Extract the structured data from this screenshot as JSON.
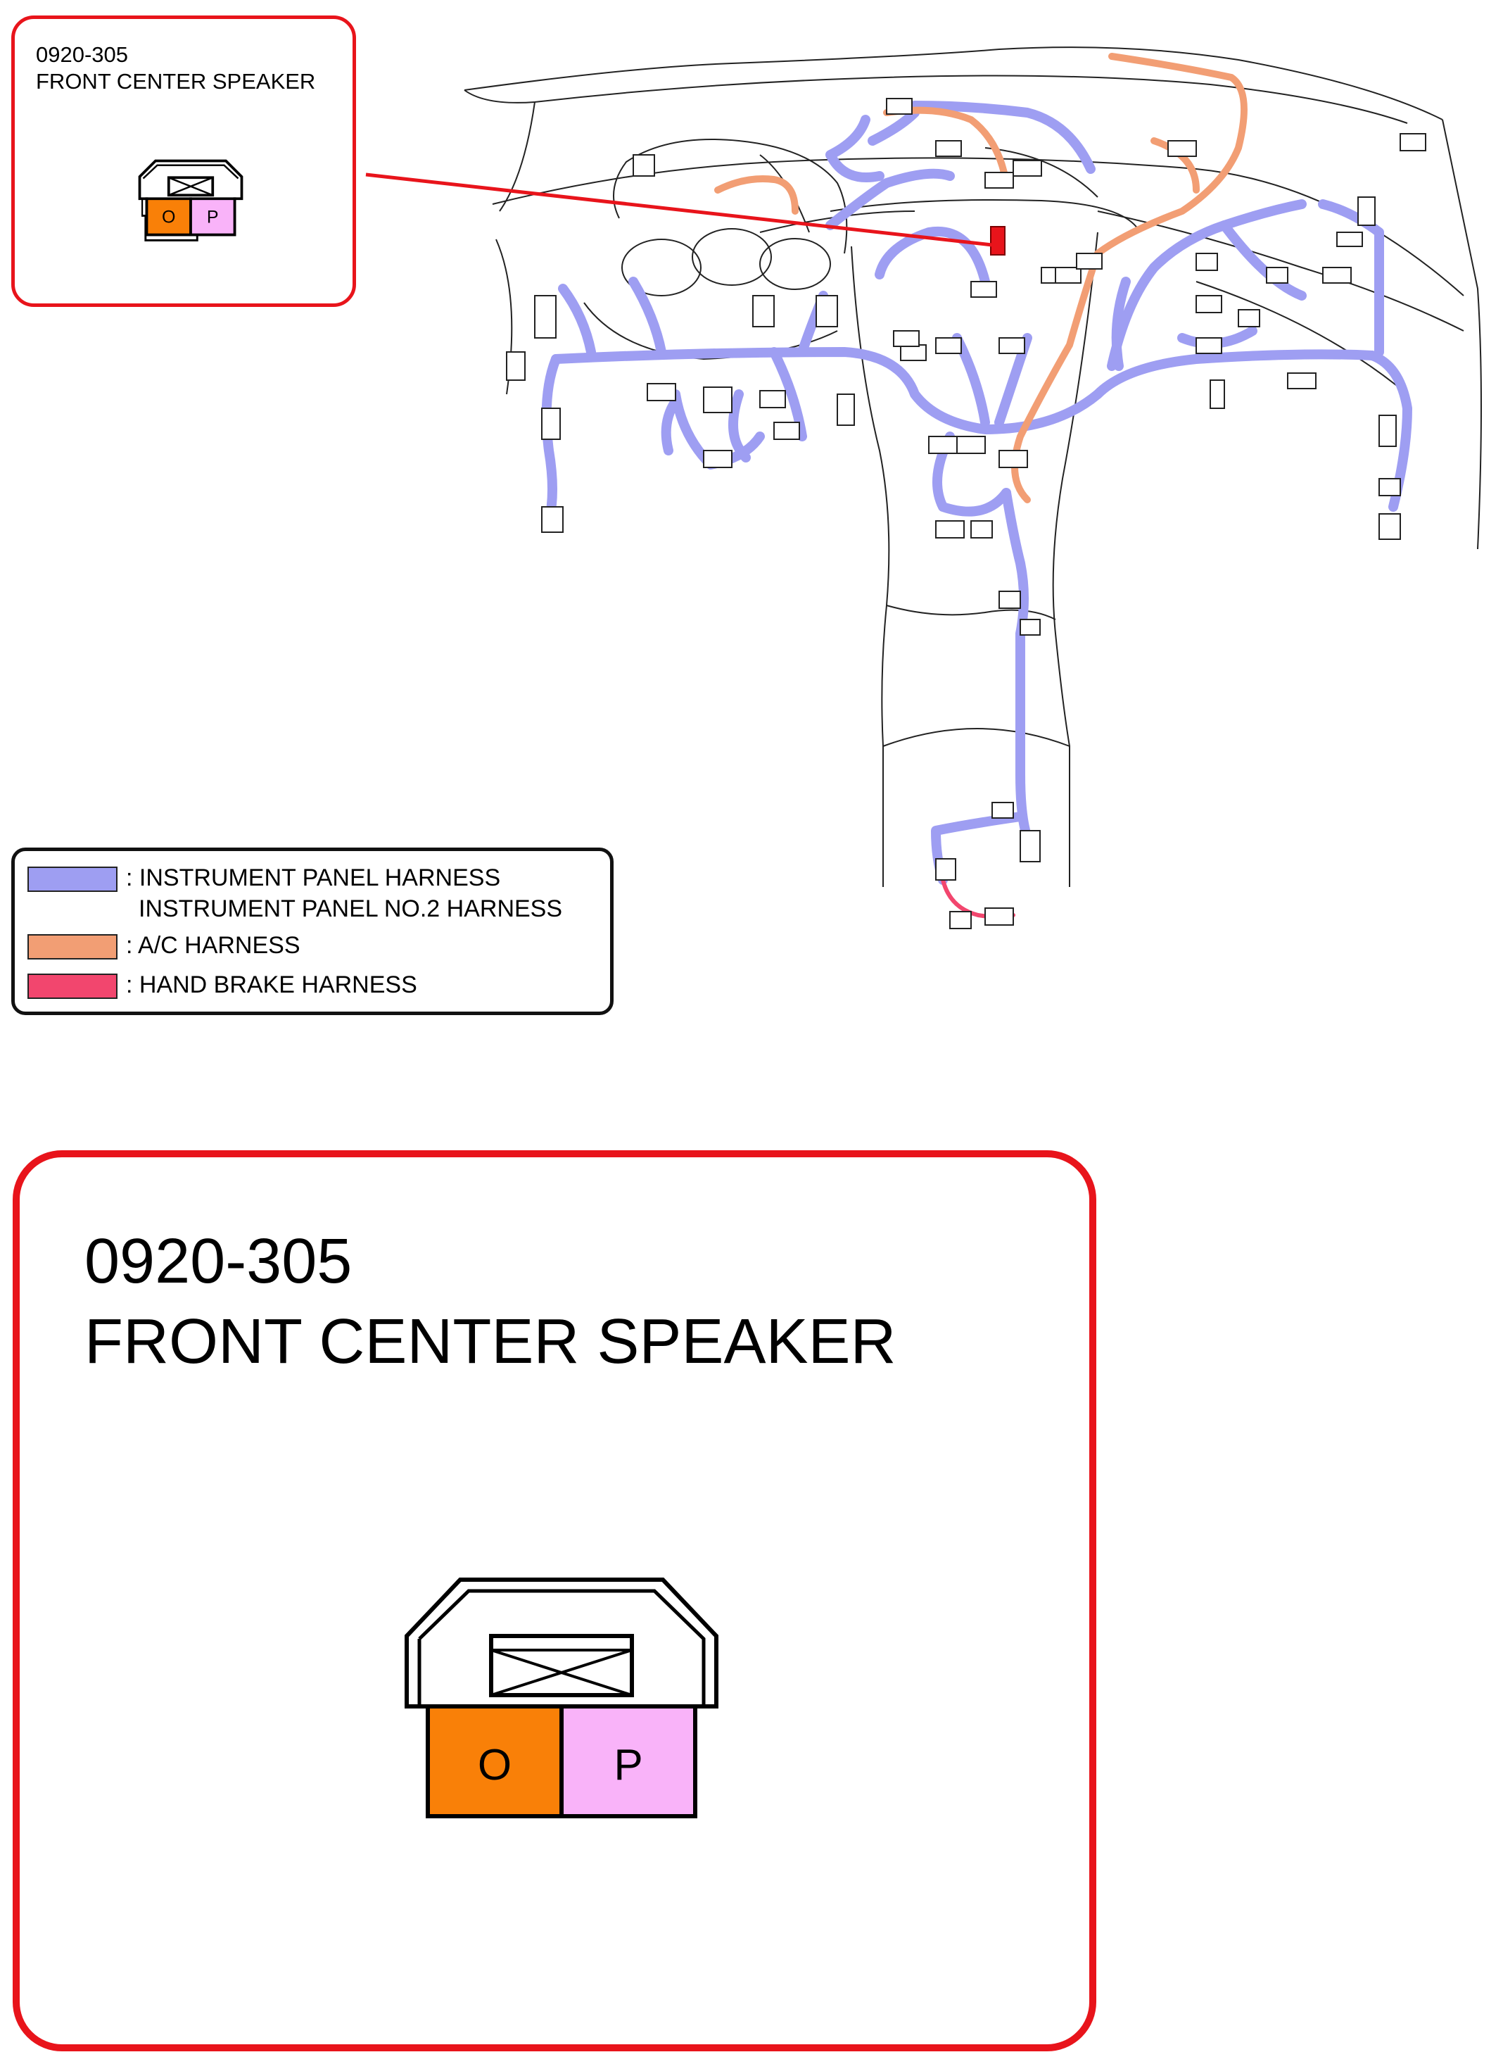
{
  "connector": {
    "code": "0920-305",
    "name": "FRONT CENTER SPEAKER",
    "terminals": [
      {
        "label": "O",
        "color": "#f98008"
      },
      {
        "label": "P",
        "color": "#f9b3f9"
      }
    ]
  },
  "legend": {
    "items": [
      {
        "color": "#9e9ef2",
        "lines": [
          ": INSTRUMENT PANEL HARNESS",
          "INSTRUMENT PANEL NO.2 HARNESS"
        ]
      },
      {
        "color": "#f29e74",
        "lines": [
          ": A/C HARNESS"
        ]
      },
      {
        "color": "#f2466e",
        "lines": [
          ": HAND BRAKE HARNESS"
        ]
      }
    ]
  },
  "colors": {
    "callout_border": "#e8141b",
    "instrument_panel_harness": "#9e9ef2",
    "ac_harness": "#f29e74",
    "hand_brake_harness": "#f2466e",
    "highlight_connector": "#e8141b"
  }
}
